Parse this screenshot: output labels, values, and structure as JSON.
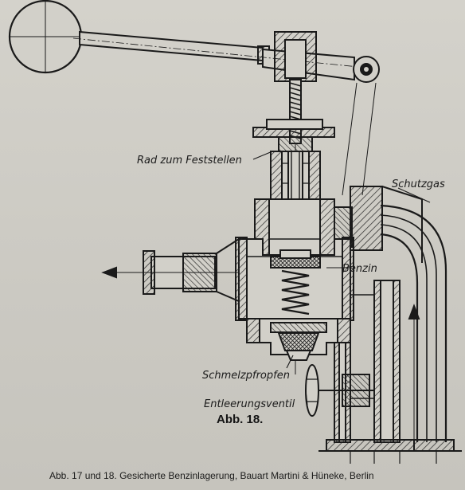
{
  "diagram": {
    "figure_number": "Abb. 18.",
    "caption": "Abb. 17 und 18.  Gesicherte Benzinlagerung, Bauart Martini & Hüneke, Berlin",
    "labels": {
      "rad_zum_feststellen": "Rad zum Feststellen",
      "schutzgas": "Schutzgas",
      "benzin": "Benzin",
      "schmelzpfropfen": "Schmelzpfropfen",
      "entleerungsventil": "Entleerungsventil"
    }
  },
  "colors": {
    "ink": "#1a1a1a",
    "paper": "#d0cec7",
    "hatch": "#2a2a2a"
  }
}
